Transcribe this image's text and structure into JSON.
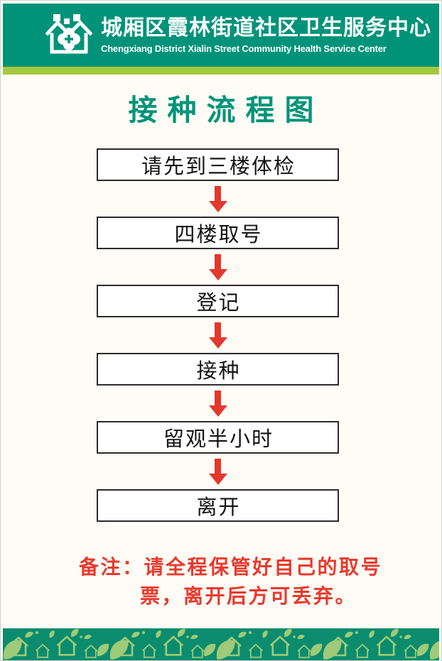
{
  "header": {
    "logo_icon": "twin-house-clover-logo",
    "org_name_zh": "城厢区霞林街道社区卫生服务中心",
    "org_name_en": "Chengxiang District Xialin Street Community Health Service Center"
  },
  "title": "接种流程图",
  "flow": {
    "connector_icon": "down-arrow-icon",
    "steps": [
      {
        "label": "请先到三楼体检"
      },
      {
        "label": "四楼取号"
      },
      {
        "label": "登记"
      },
      {
        "label": "接种"
      },
      {
        "label": "留观半小时"
      },
      {
        "label": "离开"
      }
    ]
  },
  "note": {
    "line1": "备注：请全程保管好自己的取号",
    "line2": "票，离开后方可丢弃。"
  },
  "footer": {
    "pattern_icon": "houses-and-leaves-pattern"
  },
  "colors": {
    "header_green": "#00937a",
    "stripe_green": "#a6c83e",
    "title_green": "#00947a",
    "arrow_red": "#e2382d",
    "note_red": "#e73a2e",
    "footer_green": "#0b8c6e",
    "pattern_green": "#9fca77",
    "box_border": "#2b2b2b",
    "page_background": "#fefcf5"
  }
}
